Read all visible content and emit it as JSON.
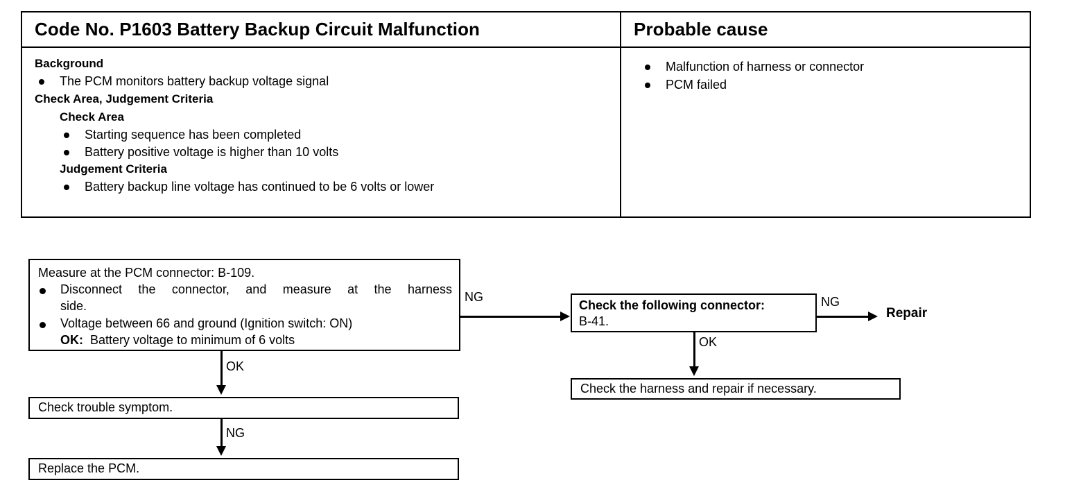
{
  "table": {
    "header_left": "Code No. P1603 Battery Backup Circuit Malfunction",
    "header_right": "Probable cause",
    "left": {
      "background_title": "Background",
      "background_items": [
        "The PCM monitors battery backup voltage signal"
      ],
      "criteria_title": "Check Area, Judgement Criteria",
      "check_area_title": "Check Area",
      "check_area_items": [
        "Starting sequence has been completed",
        "Battery positive voltage is higher than 10 volts"
      ],
      "judgement_title": "Judgement Criteria",
      "judgement_items": [
        "Battery backup line voltage has continued to be 6 volts or lower"
      ]
    },
    "right": {
      "causes": [
        "Malfunction of harness or connector",
        "PCM failed"
      ]
    }
  },
  "flowchart": {
    "box_measure": {
      "lead": "Measure at the PCM connector: B-109.",
      "item1_line1": "Disconnect the connector, and measure at the harness",
      "item1_line2": "side.",
      "item2_line1": "Voltage between 66 and ground (Ignition switch: ON)",
      "item2_ok_label": "OK:",
      "item2_ok_value": "Battery voltage to minimum of 6 volts"
    },
    "box_connector": {
      "line1": "Check the following connector:",
      "line2": "B-41."
    },
    "box_harness": "Check the harness and repair if necessary.",
    "box_symptom": "Check trouble symptom.",
    "box_replace": "Replace the PCM.",
    "repair": "Repair",
    "labels": {
      "ng_from_measure": "NG",
      "ok_from_measure": "OK",
      "ng_from_connector": "NG",
      "ok_from_connector": "OK",
      "ng_from_symptom": "NG"
    }
  }
}
